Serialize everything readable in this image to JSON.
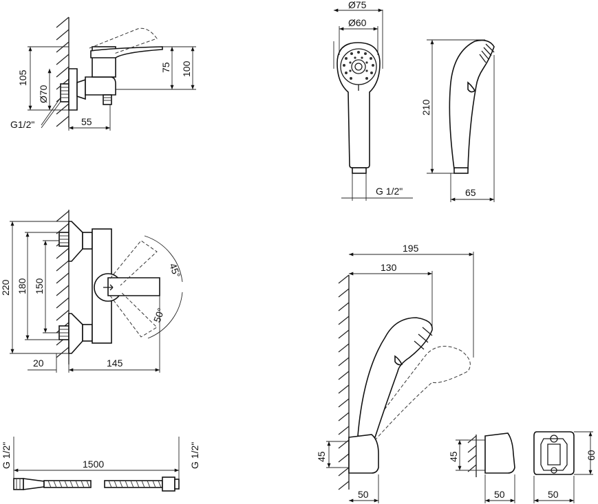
{
  "views": {
    "top_left": {
      "dim_height_overall": "105",
      "dim_height_100": "100",
      "dim_height_75": "75",
      "dim_diameter": "Ø70",
      "dim_width": "55",
      "thread_label": "G1/2\""
    },
    "top_middle": {
      "dim_outer_diameter": "Ø75",
      "dim_inner_diameter": "Ø60",
      "thread_label": "G 1/2\""
    },
    "top_right": {
      "dim_length": "210",
      "dim_width": "65"
    },
    "mid_left": {
      "dim_220": "220",
      "dim_180": "180",
      "dim_150": "150",
      "dim_20": "20",
      "dim_145": "145",
      "angle_45": "45°",
      "angle_50": "50°"
    },
    "mid_right": {
      "dim_195": "195",
      "dim_130": "130",
      "dim_45": "45",
      "dim_50": "50"
    },
    "bottom_left": {
      "hose_length": "1500",
      "thread_left": "G 1/2\"",
      "thread_right": "G 1/2\""
    },
    "bottom_right": {
      "holder_dim_45": "45",
      "holder_dim_50": "50",
      "holder_front_50": "50",
      "holder_front_60": "60"
    }
  }
}
